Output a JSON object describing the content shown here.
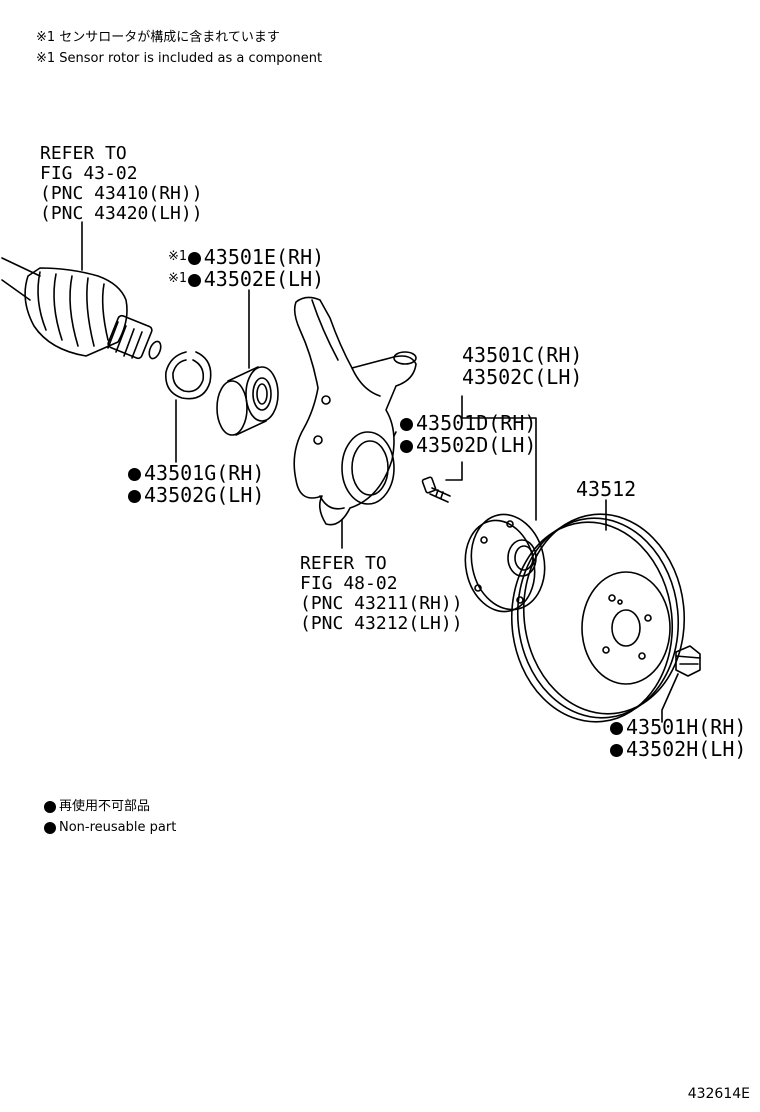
{
  "notes": {
    "jp_sensor": "※1 センサロータが構成に含まれています",
    "en_sensor": "※1 Sensor rotor is included as a component"
  },
  "refer_driveshaft": {
    "line1": "REFER TO",
    "line2": "FIG 43-02",
    "line3": "(PNC 43410(RH))",
    "line4": "(PNC 43420(LH))"
  },
  "bearing": {
    "mark": "※1",
    "rh": "43501E(RH)",
    "lh": "43502E(LH)"
  },
  "snap_ring": {
    "rh": "43501G(RH)",
    "lh": "43502G(LH)"
  },
  "refer_knuckle": {
    "line1": "REFER TO",
    "line2": "FIG 48-02",
    "line3": "(PNC 43211(RH))",
    "line4": "(PNC 43212(LH))"
  },
  "hub": {
    "rh": "43501C(RH)",
    "lh": "43502C(LH)"
  },
  "hub_bolt": {
    "rh": "43501D(RH)",
    "lh": "43502D(LH)"
  },
  "disc": {
    "pn": "43512"
  },
  "nut": {
    "rh": "43501H(RH)",
    "lh": "43502H(LH)"
  },
  "legend": {
    "jp": "再使用不可部品",
    "en": "Non-reusable part"
  },
  "diagram_id": "432614E"
}
